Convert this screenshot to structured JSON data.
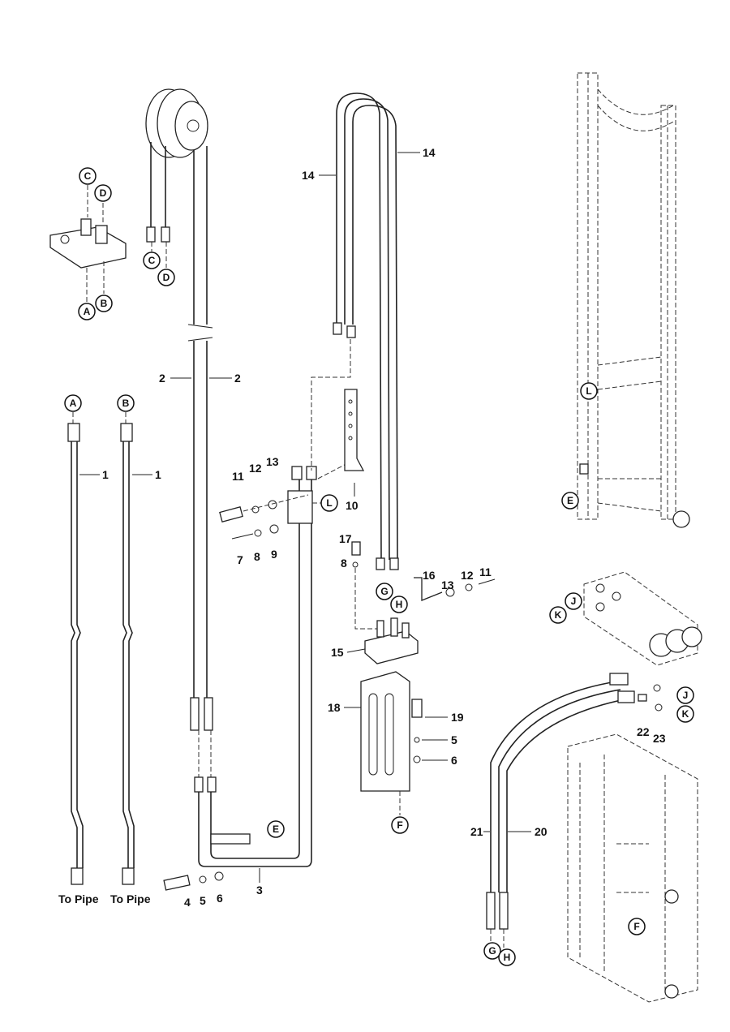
{
  "title": "Mast hydraulic hose routing exploded parts diagram",
  "callouts": [
    "1",
    "1",
    "2",
    "2",
    "14",
    "14",
    "11",
    "12",
    "13",
    "10",
    "17",
    "8",
    "7",
    "8",
    "9",
    "16",
    "13",
    "12",
    "11",
    "15",
    "18",
    "19",
    "5",
    "6",
    "22",
    "23",
    "21",
    "20",
    "4",
    "5",
    "6",
    "3"
  ],
  "notes": [
    "To Pipe",
    "To Pipe"
  ],
  "connection_letters": [
    "C",
    "D",
    "C",
    "D",
    "A",
    "B",
    "A",
    "B",
    "L",
    "G",
    "H",
    "E",
    "F",
    "L",
    "E",
    "J",
    "K",
    "J",
    "K",
    "G",
    "H",
    "F"
  ]
}
